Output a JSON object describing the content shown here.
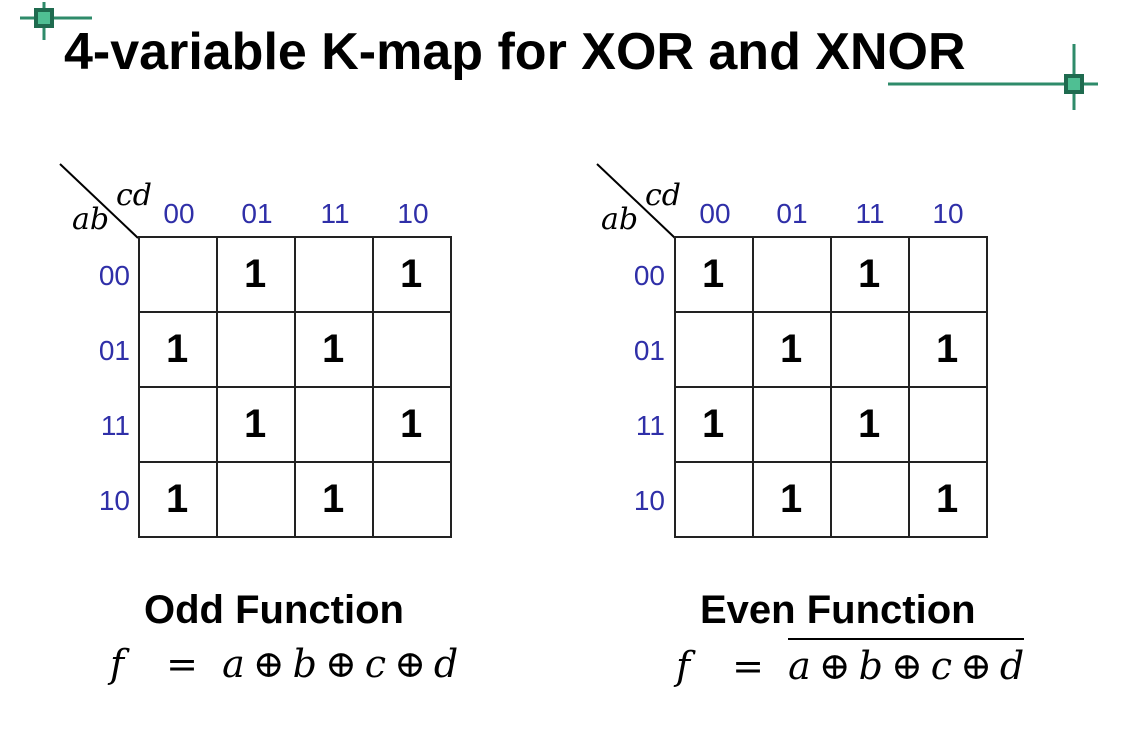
{
  "title": "4-variable K-map for XOR and XNOR",
  "accent_color": "#2e8b6a",
  "label_color": "#2f2fa8",
  "kmaps": [
    {
      "row_var": "ab",
      "col_var": "cd",
      "col_labels": [
        "00",
        "01",
        "11",
        "10"
      ],
      "row_labels": [
        "00",
        "01",
        "11",
        "10"
      ],
      "cells": [
        [
          "",
          "1",
          "",
          "1"
        ],
        [
          "1",
          "",
          "1",
          ""
        ],
        [
          "",
          "1",
          "",
          "1"
        ],
        [
          "1",
          "",
          "1",
          ""
        ]
      ],
      "function_name": "Odd Function",
      "formula": {
        "lhs": "f",
        "eq": "=",
        "rhs": [
          {
            "t": "a",
            "italic": true
          },
          {
            "t": "⊕",
            "italic": false
          },
          {
            "t": "b",
            "italic": true
          },
          {
            "t": "⊕",
            "italic": false
          },
          {
            "t": "c",
            "italic": true
          },
          {
            "t": "⊕",
            "italic": false
          },
          {
            "t": "d",
            "italic": true
          }
        ],
        "overline": false
      }
    },
    {
      "row_var": "ab",
      "col_var": "cd",
      "col_labels": [
        "00",
        "01",
        "11",
        "10"
      ],
      "row_labels": [
        "00",
        "01",
        "11",
        "10"
      ],
      "cells": [
        [
          "1",
          "",
          "1",
          ""
        ],
        [
          "",
          "1",
          "",
          "1"
        ],
        [
          "1",
          "",
          "1",
          ""
        ],
        [
          "",
          "1",
          "",
          "1"
        ]
      ],
      "function_name": "Even Function",
      "formula": {
        "lhs": "f",
        "eq": "=",
        "rhs": [
          {
            "t": "a",
            "italic": true
          },
          {
            "t": "⊕",
            "italic": false
          },
          {
            "t": "b",
            "italic": true
          },
          {
            "t": "⊕",
            "italic": false
          },
          {
            "t": "c",
            "italic": true
          },
          {
            "t": "⊕",
            "italic": false
          },
          {
            "t": "d",
            "italic": true
          }
        ],
        "overline": true
      }
    }
  ]
}
